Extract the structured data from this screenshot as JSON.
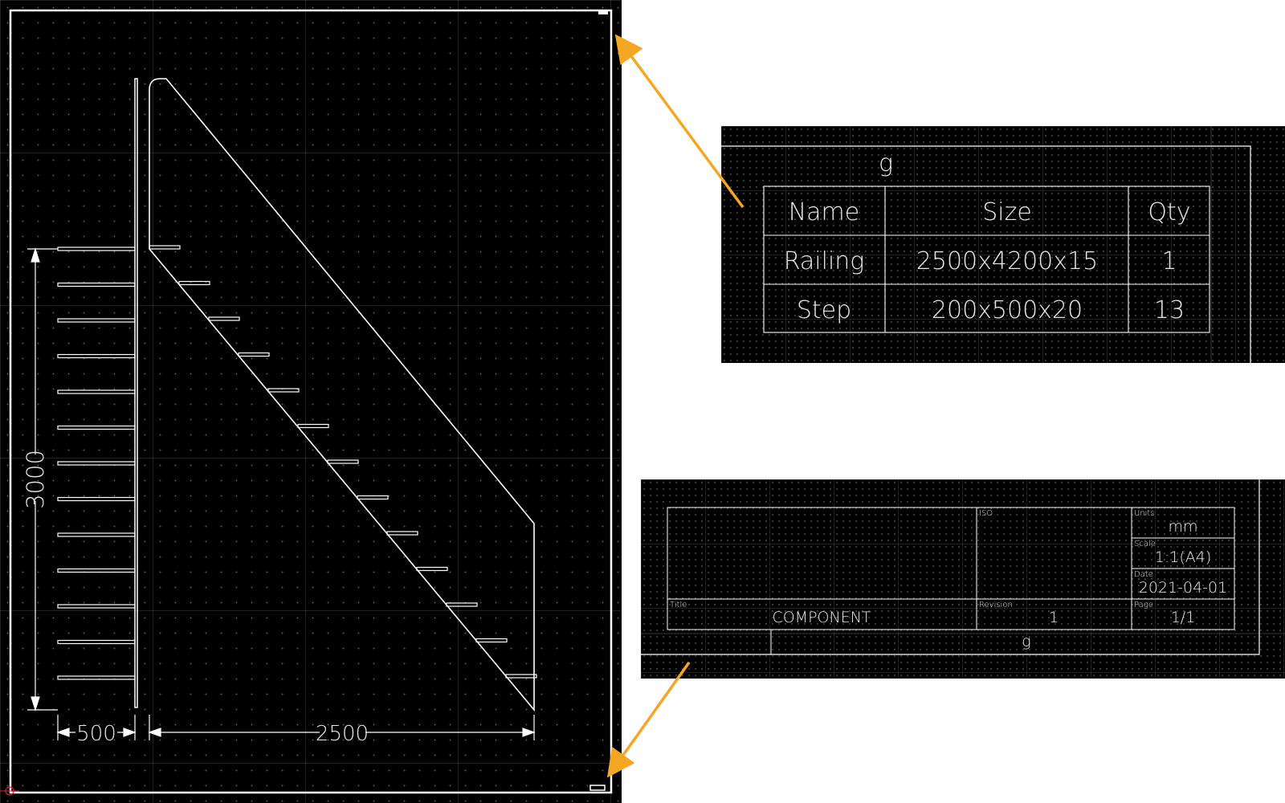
{
  "drawing": {
    "dimensions": {
      "height": "3000",
      "step_width": "500",
      "span": "2500"
    }
  },
  "bom": {
    "caption": "g",
    "headers": [
      "Name",
      "Size",
      "Qty"
    ],
    "rows": [
      [
        "Railing",
        "2500x4200x15",
        "1"
      ],
      [
        "Step",
        "200x500x20",
        "13"
      ]
    ]
  },
  "title_block": {
    "iso_label": "ISO",
    "units_label": "Units",
    "units_value": "mm",
    "scale_label": "Scale",
    "scale_value": "1:1(A4)",
    "date_label": "Date",
    "date_value": "2021-04-01",
    "title_label": "Title",
    "title_value": "COMPONENT",
    "revision_label": "Revision",
    "revision_value": "1",
    "page_label": "Page",
    "page_value": "1/1",
    "footer": "g"
  },
  "colors": {
    "background": "#000000",
    "line": "#ffffff",
    "callout_arrow": "#f5a623"
  }
}
